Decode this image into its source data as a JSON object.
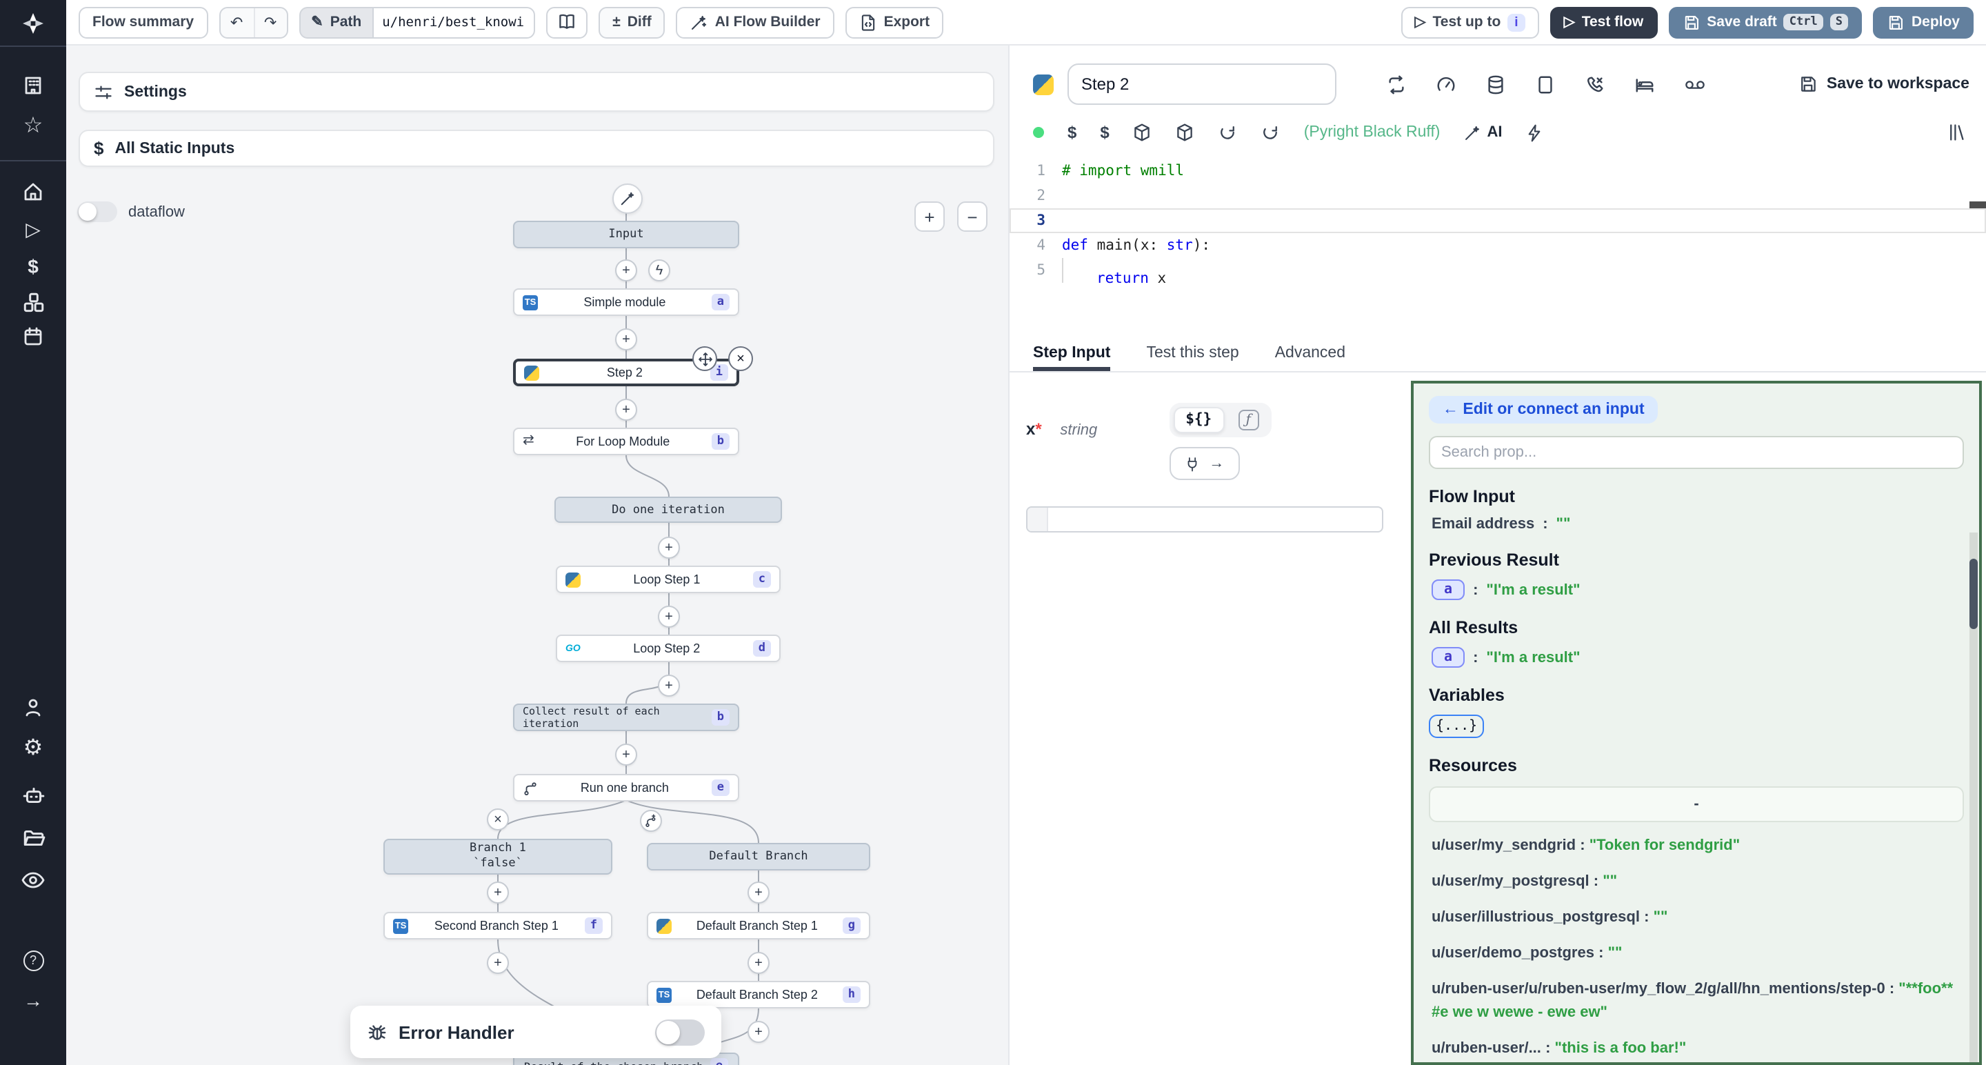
{
  "topbar": {
    "flow_summary": "Flow summary",
    "path_label": "Path",
    "path_value": "u/henri/best_knowi",
    "diff": "Diff",
    "ai_flow_builder": "AI Flow Builder",
    "export": "Export",
    "test_up_to": "Test up to",
    "test_up_to_badge": "i",
    "test_flow": "Test flow",
    "save_draft": "Save draft",
    "kbd_ctrl": "Ctrl",
    "kbd_s": "S",
    "deploy": "Deploy"
  },
  "icons": {
    "undo": "↶",
    "redo": "↷",
    "pencil": "✎",
    "plusminus": "±",
    "play": "▷",
    "plus": "+",
    "minus": "−",
    "x": "×",
    "lightning": "ϟ",
    "dollar": "$",
    "arrow_right": "→",
    "gear": "⚙",
    "star": "☆",
    "question": "?",
    "ts": "TS",
    "go": "GO",
    "loop": "⇄",
    "home_play": "▷"
  },
  "flow_panel": {
    "settings": "Settings",
    "all_static_inputs": "All Static Inputs",
    "dataflow": "dataflow",
    "error_handler": "Error Handler"
  },
  "graph": {
    "nodes": {
      "input": {
        "label": "Input"
      },
      "simple_module": {
        "label": "Simple module",
        "badge": "a"
      },
      "step2": {
        "label": "Step 2",
        "badge": "i"
      },
      "for_loop": {
        "label": "For Loop Module",
        "badge": "b"
      },
      "do_one_iteration": {
        "label": "Do one iteration"
      },
      "loop_step1": {
        "label": "Loop Step 1",
        "badge": "c"
      },
      "loop_step2": {
        "label": "Loop Step 2",
        "badge": "d"
      },
      "collect": {
        "label": "Collect result of each iteration",
        "badge": "b"
      },
      "run_one_branch": {
        "label": "Run one branch",
        "badge": "e"
      },
      "branch1": {
        "label": "Branch 1",
        "condition": "`false`"
      },
      "default_branch": {
        "label": "Default Branch"
      },
      "second_branch_step1": {
        "label": "Second Branch Step 1",
        "badge": "f"
      },
      "default_branch_step1": {
        "label": "Default Branch Step 1",
        "badge": "g"
      },
      "default_branch_step2": {
        "label": "Default Branch Step 2",
        "badge": "h"
      },
      "result": {
        "label": "Result of the chosen branch",
        "badge": "e"
      }
    }
  },
  "step_editor": {
    "title": "Step 2",
    "save_to_workspace": "Save to workspace",
    "lang_status": "(Pyright Black Ruff)",
    "ai_label": "AI",
    "tabs": [
      "Step Input",
      "Test this step",
      "Advanced"
    ],
    "code": {
      "line_numbers": [
        "1",
        "2",
        "3",
        "4",
        "5"
      ],
      "tokens": {
        "comment": "# import wmill",
        "kw_def": "def",
        "fn": " main(",
        "arg": "x",
        "colon": ": ",
        "type": "str",
        "close": "):",
        "kw_return": "return",
        "ret_rest": " x"
      }
    }
  },
  "step_input": {
    "arg_name": "x",
    "required_mark": "*",
    "arg_type": "string",
    "template_toggle": "${}",
    "fn_toggle": "ƒ",
    "arrow": "→"
  },
  "picker": {
    "back_button": "← Edit or connect an input",
    "search_placeholder": "Search prop...",
    "sep": ":",
    "sections": {
      "flow_input": "Flow Input",
      "previous_result": "Previous Result",
      "all_results": "All Results",
      "variables": "Variables",
      "resources": "Resources"
    },
    "flow_input_rows": [
      {
        "key": "Email address",
        "value": "\"\""
      }
    ],
    "previous_result_rows": [
      {
        "badge": "a",
        "value": "\"I'm a result\""
      }
    ],
    "all_results_rows": [
      {
        "badge": "a",
        "value": "\"I'm a result\""
      }
    ],
    "variables_badge": "{...}",
    "resources_empty": "-",
    "resources": [
      {
        "key": "u/user/my_sendgrid",
        "value": "\"Token for sendgrid\""
      },
      {
        "key": "u/user/my_postgresql",
        "value": "\"\""
      },
      {
        "key": "u/user/illustrious_postgresql",
        "value": "\"\""
      },
      {
        "key": "u/user/demo_postgres",
        "value": "\"\""
      },
      {
        "key": "u/ruben-user/u/ruben-user/my_flow_2/g/all/hn_mentions/step-0",
        "value": "\"**foo** #e we w wewe - ewe ew\""
      },
      {
        "key": "u/ruben-user/...",
        "value": "\"this is a foo bar!\""
      }
    ]
  },
  "colors": {
    "accent_green": "#2f9e44",
    "picker_border": "#44704e",
    "badge_bg": "#dfe3fb",
    "badge_text": "#3f3fb5",
    "dark_button": "#323a49",
    "slate_button": "#63809e",
    "sidebar_bg": "#1c212c"
  }
}
